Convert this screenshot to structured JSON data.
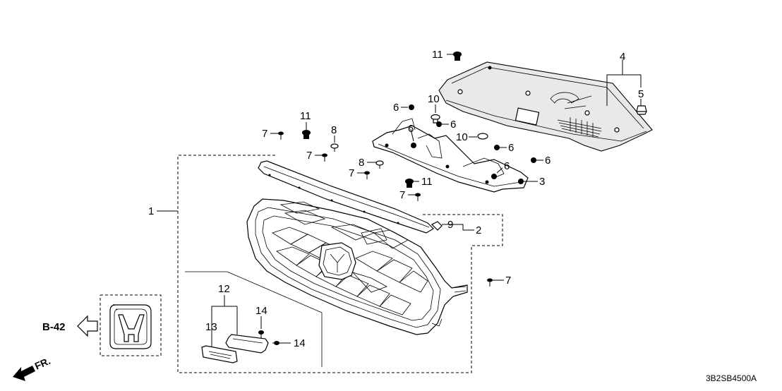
{
  "diagram": {
    "drawing_code": "3B2SB4500A",
    "reference": {
      "label": "B-42"
    },
    "direction": {
      "label": "FR."
    },
    "callouts": {
      "c1": "1",
      "c2": "2",
      "c3": "3",
      "c4": "4",
      "c5": "5",
      "c6a": "6",
      "c6b": "6",
      "c6c": "6",
      "c6d": "6",
      "c6e": "6",
      "c6f": "6",
      "c7a": "7",
      "c7b": "7",
      "c7c": "7",
      "c7d": "7",
      "c7e": "7",
      "c8a": "8",
      "c8b": "8",
      "c9": "9",
      "c10a": "10",
      "c10b": "10",
      "c11a": "11",
      "c11b": "11",
      "c11c": "11",
      "c12": "12",
      "c13": "13",
      "c14a": "14",
      "c14b": "14"
    }
  }
}
